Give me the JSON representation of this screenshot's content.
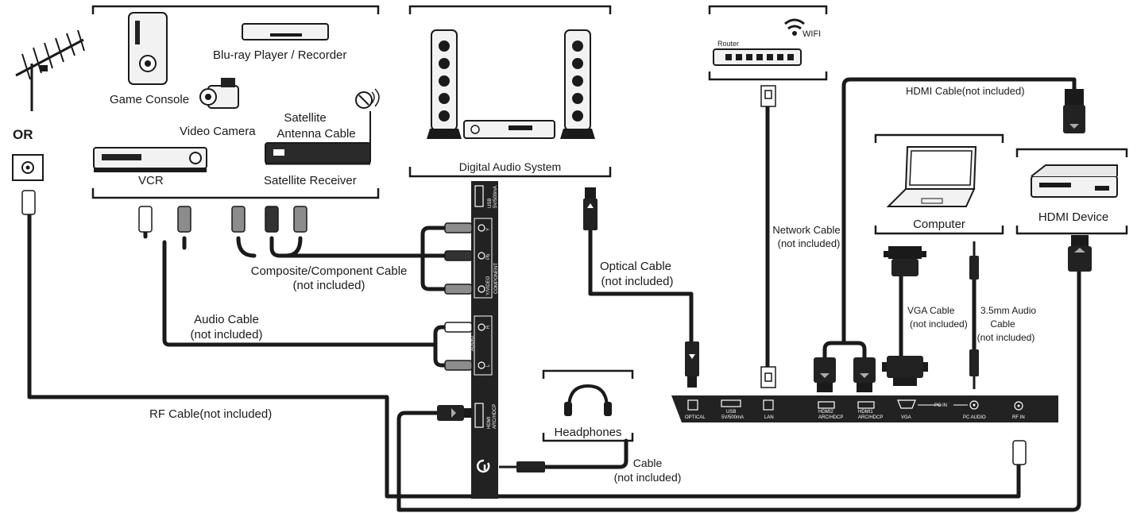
{
  "devices": {
    "game_console": "Game Console",
    "bluray": "Blu-ray Player / Recorder",
    "video_camera": "Video Camera",
    "satellite_cable_line1": "Satellite",
    "satellite_cable_line2": "Antenna Cable",
    "vcr": "VCR",
    "satellite_receiver": "Satellite Receiver",
    "digital_audio": "Digital Audio System",
    "router": "Router",
    "wifi": "WIFI",
    "computer": "Computer",
    "hdmi_device": "HDMI Device",
    "headphones": "Headphones",
    "or": "OR"
  },
  "cables": {
    "composite_line1": "Composite/Component Cable",
    "composite_line2": "(not included)",
    "audio_line1": "Audio Cable",
    "audio_line2": "(not included)",
    "optical_line1": "Optical Cable",
    "optical_line2": "(not included)",
    "network_line1": "Network Cable",
    "network_line2": "(not included)",
    "hdmi_cable": "HDMI Cable(not included)",
    "vga_line1": "VGA Cable",
    "vga_line2": "(not included)",
    "audio35_line1": "3.5mm Audio",
    "audio35_line2": "Cable",
    "audio35_line3": "(not included)",
    "rf_cable": "RF Cable(not included)",
    "hp_line1": "Cable",
    "hp_line2": "(not included)"
  },
  "side_panel": {
    "usb": "USB",
    "usb_sub": "5V/500mA",
    "component": "COMPONENT",
    "y": "Y",
    "pb": "Pb",
    "y_video": "Y/VIDEO",
    "audio": "AUDIO",
    "r": "R",
    "l": "L",
    "hdmi": "HDMI",
    "hdmi_sub": "ARC/HDCP"
  },
  "bottom_panel": {
    "optical": "OPTICAL",
    "usb": "USB",
    "usb_sub": "5V/500mA",
    "lan": "LAN",
    "hdmi2": "HDMI2",
    "hdmi2_sub": "ARC/HDCP",
    "hdmi1": "HDMI1",
    "hdmi1_sub": "ARC/HDCP",
    "vga": "VGA",
    "pc_in": "PC IN",
    "pc_audio": "PC AUDIO",
    "rf_in": "RF IN"
  },
  "colors": {
    "ink": "#1a1a1a",
    "panel": "#222222",
    "gray_plug": "#8c8c8c"
  }
}
